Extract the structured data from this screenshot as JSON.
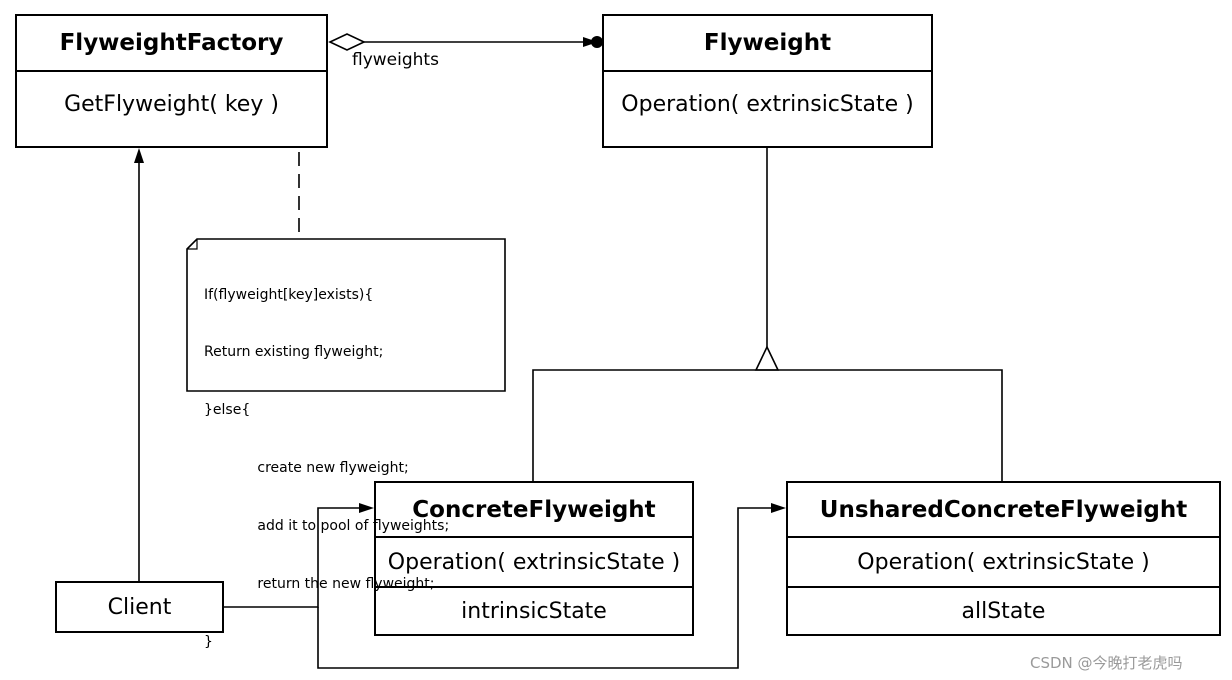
{
  "classes": {
    "flyweight_factory": {
      "name": "FlyweightFactory",
      "operation": "GetFlyweight( key )"
    },
    "flyweight": {
      "name": "Flyweight",
      "operation": "Operation( extrinsicState )"
    },
    "concrete_flyweight": {
      "name": "ConcreteFlyweight",
      "operation": "Operation( extrinsicState )",
      "attribute": "intrinsicState"
    },
    "unshared_concrete_flyweight": {
      "name": "UnsharedConcreteFlyweight",
      "operation": "Operation( extrinsicState )",
      "attribute": "allState"
    },
    "client": {
      "name": "Client"
    }
  },
  "association_label": "flyweights",
  "note": {
    "lines": [
      "If(flyweight[key]exists){",
      "Return existing flyweight;",
      "}else{",
      "            create new flyweight;",
      "            add it to pool of flyweights;",
      "            return the new flyweight;",
      "}"
    ]
  },
  "watermark": "CSDN @今晚打老虎吗"
}
